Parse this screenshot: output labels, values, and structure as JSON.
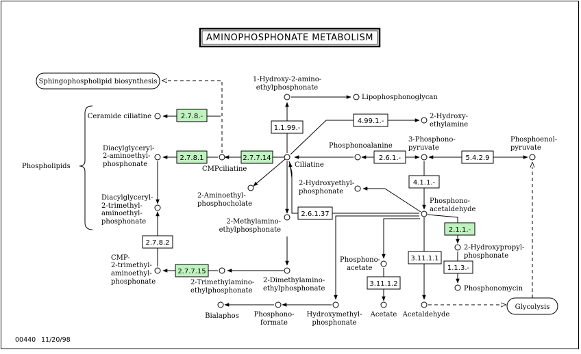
{
  "title": "AMINOPHOSPHONATE METABOLISM",
  "footer": {
    "map_id": "00440",
    "date": "11/20/98"
  },
  "maps": {
    "sphingo": "Sphingophospholipid biosynthesis",
    "glycolysis": "Glycolysis"
  },
  "group": {
    "phospholipids": "Phospholipids"
  },
  "enzymes": {
    "e278x": "2.7.8.-",
    "e2781": "2.7.8.1",
    "e27714": "2.7.7.14",
    "e2782": "2.7.8.2",
    "e27715": "2.7.7.15",
    "e1199": "1.1.99.-",
    "e4991": "4.99.1.-",
    "e261x": "2.6.1.-",
    "e5429": "5.4.2.9",
    "e411": "4.1.1.-",
    "e26137": "2.6.1.37",
    "e211": "2.1.1.-",
    "e31111": "3.11.1.1",
    "e113": "1.1.3.-",
    "e31112": "3.11.1.2"
  },
  "compounds": {
    "ceramide_l1": "Ceramide ciliatine",
    "diacyl_amino_l1": "Diacylglyceryl-",
    "diacyl_amino_l2": "2-aminoethyl-",
    "diacyl_amino_l3": "phosphonate",
    "cmpciliatine": "CMPciliatine",
    "diacyl_trimethyl_l1": "Diacylglyceryl-",
    "diacyl_trimethyl_l2": "2-trimethyl-",
    "diacyl_trimethyl_l3": "aminoethyl-",
    "diacyl_trimethyl_l4": "phosphonate",
    "cmp_trimethyl_l1": "CMP-",
    "cmp_trimethyl_l2": "2-trimethyl-",
    "cmp_trimethyl_l3": "aminoethyl-",
    "cmp_trimethyl_l4": "phosphonate",
    "hydroxy_amino_l1": "1-Hydroxy-2-amino-",
    "hydroxy_amino_l2": "ethylphosphonate",
    "lipophosphonoglycan": "Lipophosphonoglycan",
    "hydroxyethylamine_l1": "2-Hydroxy-",
    "hydroxyethylamine_l2": "ethylamine",
    "ciliatine": "Ciliatine",
    "aminoethylphosphocholate_l1": "2-Aminoethyl-",
    "aminoethylphosphocholate_l2": "phosphocholate",
    "methylamino_l1": "2-Methylamino-",
    "methylamino_l2": "ethylphosphonate",
    "dimethylamino_l1": "2-Dimethylamino-",
    "dimethylamino_l2": "ethylphosphonate",
    "trimethylamino_l1": "2-Trimethylamino-",
    "trimethylamino_l2": "ethylphosphonate",
    "phosphonoalanine": "Phosphonoalanine",
    "phosphonopyruvate_l1": "3-Phosphono-",
    "phosphonopyruvate_l2": "pyruvate",
    "pep_l1": "Phosphoenol-",
    "pep_l2": "pyruvate",
    "hydroxyethylphosphonate_l1": "2-Hydroxyethyl-",
    "hydroxyethylphosphonate_l2": "phosphonate",
    "phosphonoacetaldehyde_l1": "Phosphono-",
    "phosphonoacetaldehyde_l2": "acetaldehyde",
    "hydroxypropyl_l1": "2-Hydroxypropyl-",
    "hydroxypropyl_l2": "phosphonate",
    "phosphonomycin": "Phosphonomycin",
    "phosphonoacetate_l1": "Phosphono-",
    "phosphonoacetate_l2": "acetate",
    "acetate": "Acetate",
    "acetaldehyde": "Acetaldehyde",
    "bialaphos": "Bialaphos",
    "phosphonoformate_l1": "Phosphono-",
    "phosphonoformate_l2": "formate",
    "hydroxymethyl_l1": "Hydroxymethyl-",
    "hydroxymethyl_l2": "phosphonate"
  },
  "colors": {
    "enzyme_present": "#bff2bf",
    "enzyme_absent": "#ffffff",
    "line": "#000000"
  }
}
